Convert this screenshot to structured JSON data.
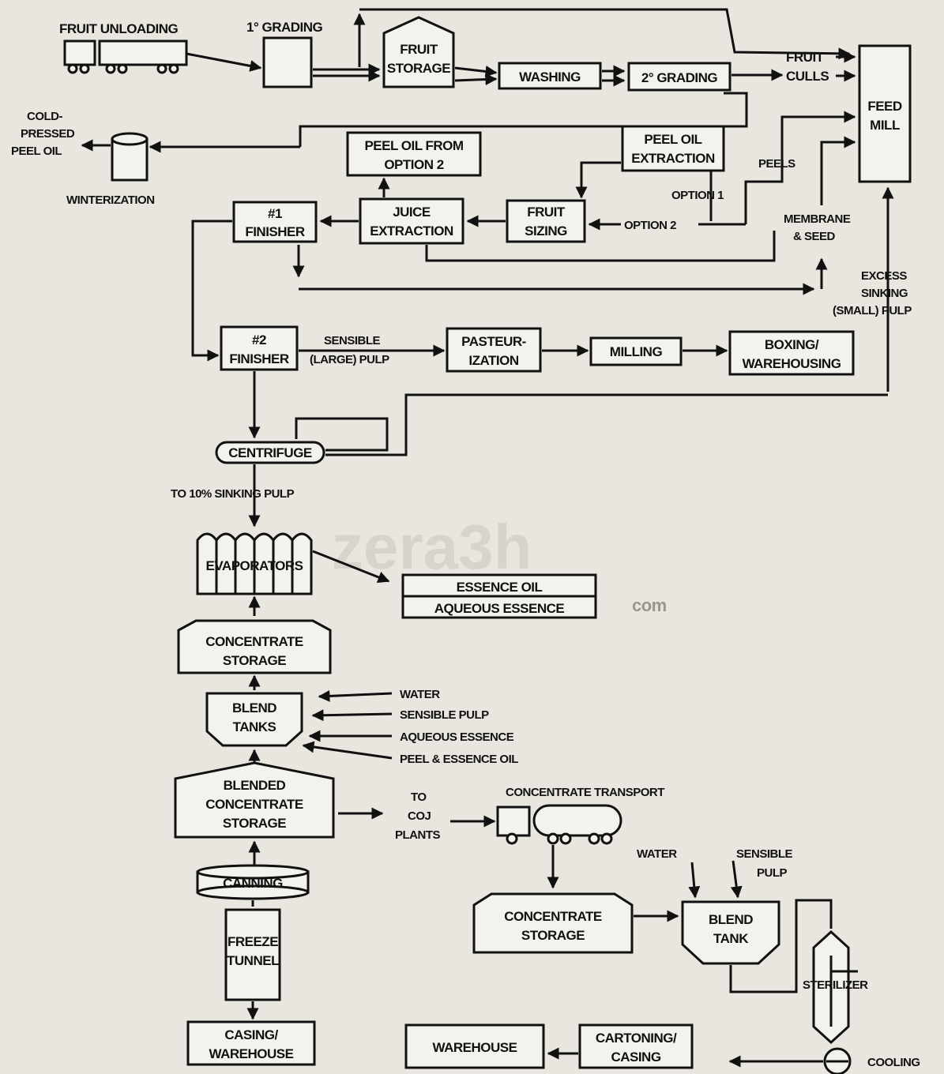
{
  "nodes": {
    "fruit_unloading": "FRUIT UNLOADING",
    "grading1": "1° GRADING",
    "fruit_storage": [
      "FRUIT",
      "STORAGE"
    ],
    "washing": "WASHING",
    "grading2": "2° GRADING",
    "fruit_culls": [
      "FRUIT",
      "CULLS"
    ],
    "feed_mill": [
      "FEED",
      "MILL"
    ],
    "cold_pressed": [
      "COLD-",
      "PRESSED",
      "PEEL OIL"
    ],
    "winterization": "WINTERIZATION",
    "peel_oil_opt2": [
      "PEEL OIL FROM",
      "OPTION 2"
    ],
    "peel_oil_extraction": [
      "PEEL OIL",
      "EXTRACTION"
    ],
    "option1": "OPTION 1",
    "peels": "PEELS",
    "finisher1": [
      "#1",
      "FINISHER"
    ],
    "juice_extraction": [
      "JUICE",
      "EXTRACTION"
    ],
    "fruit_sizing": [
      "FRUIT",
      "SIZING"
    ],
    "option2": "OPTION 2",
    "membrane_seed": [
      "MEMBRANE",
      "& SEED"
    ],
    "excess_sinking": [
      "EXCESS",
      "SINKING",
      "(SMALL) PULP"
    ],
    "finisher2": [
      "#2",
      "FINISHER"
    ],
    "sensible_pulp_label": [
      "SENSIBLE",
      "(LARGE) PULP"
    ],
    "pasteurization": [
      "PASTEUR-",
      "IZATION"
    ],
    "milling": "MILLING",
    "boxing": [
      "BOXING/",
      "WAREHOUSING"
    ],
    "centrifuge": "CENTRIFUGE",
    "to_sinking": "TO 10% SINKING PULP",
    "evaporators": "EVAPORATORS",
    "essence_oil": "ESSENCE OIL",
    "aqueous_essence": "AQUEOUS ESSENCE",
    "concentrate_storage": [
      "CONCENTRATE",
      "STORAGE"
    ],
    "blend_tanks": [
      "BLEND",
      "TANKS"
    ],
    "blend_inputs": [
      "WATER",
      "SENSIBLE PULP",
      "AQUEOUS ESSENCE",
      "PEEL & ESSENCE OIL"
    ],
    "blended_storage": [
      "BLENDED",
      "CONCENTRATE",
      "STORAGE"
    ],
    "to_coj": [
      "TO",
      "COJ",
      "PLANTS"
    ],
    "concentrate_transport": "CONCENTRATE TRANSPORT",
    "canning": "CANNING",
    "freeze_tunnel": [
      "FREEZE",
      "TUNNEL"
    ],
    "casing_warehouse": [
      "CASING/",
      "WAREHOUSE"
    ],
    "concentrate_storage2": [
      "CONCENTRATE",
      "STORAGE"
    ],
    "water2": "WATER",
    "sensible_pulp2": [
      "SENSIBLE",
      "PULP"
    ],
    "blend_tank": [
      "BLEND",
      "TANK"
    ],
    "sterilizer": "STERILIZER",
    "warehouse": "WAREHOUSE",
    "cartoning": [
      "CARTONING/",
      "CASING"
    ],
    "cooling": "COOLING"
  },
  "watermark": "zera3h",
  "watermark_sub": "com"
}
